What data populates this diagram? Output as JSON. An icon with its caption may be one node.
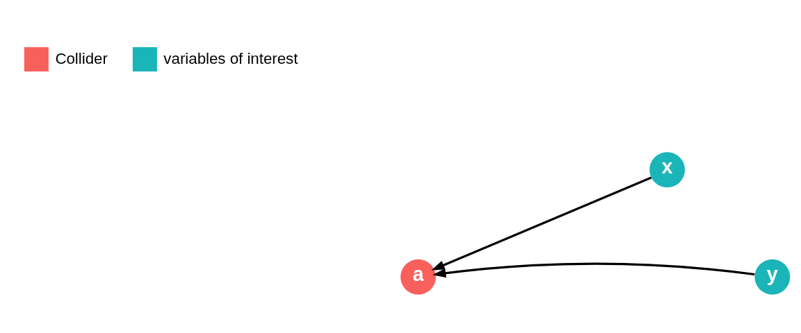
{
  "diagram": {
    "nodes": [
      {
        "text": [
          "x"
        ]
      },
      {
        "text": [
          "a"
        ]
      },
      {
        "text": [
          "y"
        ]
      }
    ],
    "edges": [
      {
        "from": 0,
        "to": 1,
        "arrow": "to"
      },
      {
        "from": 2,
        "to": 1,
        "arrow": "to"
      }
    ],
    "legend": [
      {
        "text": "Collider",
        "color": "#f8605c"
      },
      {
        "text": "variables of interest",
        "color": "#1ab5b9"
      }
    ]
  }
}
